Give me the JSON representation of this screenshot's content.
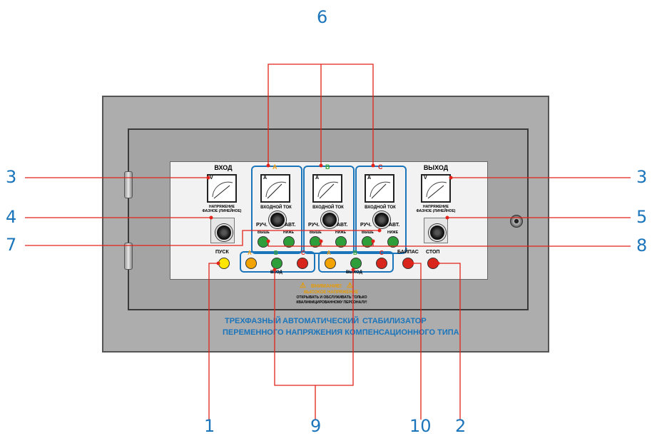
{
  "callouts": [
    "6",
    "3",
    "3",
    "4",
    "5",
    "7",
    "8",
    "1",
    "9",
    "10",
    "2"
  ],
  "panel": {
    "input_title": "ВХОД",
    "output_title": "ВЫХОД",
    "voltage_caption": "НАПРЯЖЕНИЕ\nФАЗНОЕ (ЛИНЕЙНОЕ)",
    "phases": [
      "A",
      "B",
      "C"
    ],
    "input_current": "ВХОДНОЙ ТОК",
    "manual": "РУЧ.",
    "auto": "АВТ.",
    "higher": "ВЫШЕ",
    "lower": "НИЖЕ",
    "start": "ПУСК",
    "bypass": "БАЙПАС",
    "stop": "СТОП",
    "input_group": "ВХОД",
    "output_group": "ВЫХОД",
    "warning_title": "ВНИМАНИЕ!",
    "warning_sub": "ВЫСОКОЕ НАПРЯЖЕНИЕ",
    "warning_text": "ОТКРЫВАТЬ И ОБСЛУЖИВАТЬ ТОЛЬКО\nКВАЛИФИЦИРОВАННОМУ ПЕРСОНАЛУ!",
    "meter_unit_v": "V",
    "meter_unit_a": "A"
  },
  "footer": {
    "line1_words": [
      "ТРЕХФАЗНЫЙ",
      "АВТОМАТИЧЕСКИЙ",
      "СТАБИЛИЗАТОР"
    ],
    "line2": "ПЕРЕМЕННОГО НАПРЯЖЕНИЯ КОМПЕНСАЦИОННОГО ТИПА"
  },
  "colors": {
    "callout": "#1b75bb",
    "leader": "#e2231a",
    "phase_a": "#f7a21b",
    "phase_b": "#3aaa35",
    "phase_c": "#e2231a",
    "green_btn": "#2e9e3a",
    "yellow_btn": "#ffe600",
    "amber_btn": "#f2a300",
    "red_btn": "#d8261c"
  }
}
